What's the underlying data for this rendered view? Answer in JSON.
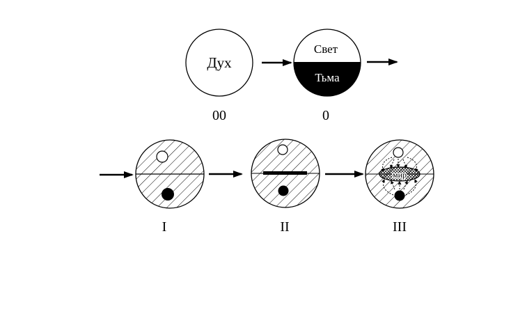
{
  "stages": {
    "spirit": {
      "label": "Дух",
      "caption": "00"
    },
    "light_dark": {
      "top_label": "Свет",
      "bottom_label": "Тьма",
      "caption": "0"
    },
    "stage_1": {
      "caption": "I"
    },
    "stage_2": {
      "caption": "II"
    },
    "stage_3": {
      "caption": "III",
      "center_label": "мир"
    }
  },
  "colors": {
    "ink": "#000000",
    "paper": "#ffffff"
  }
}
